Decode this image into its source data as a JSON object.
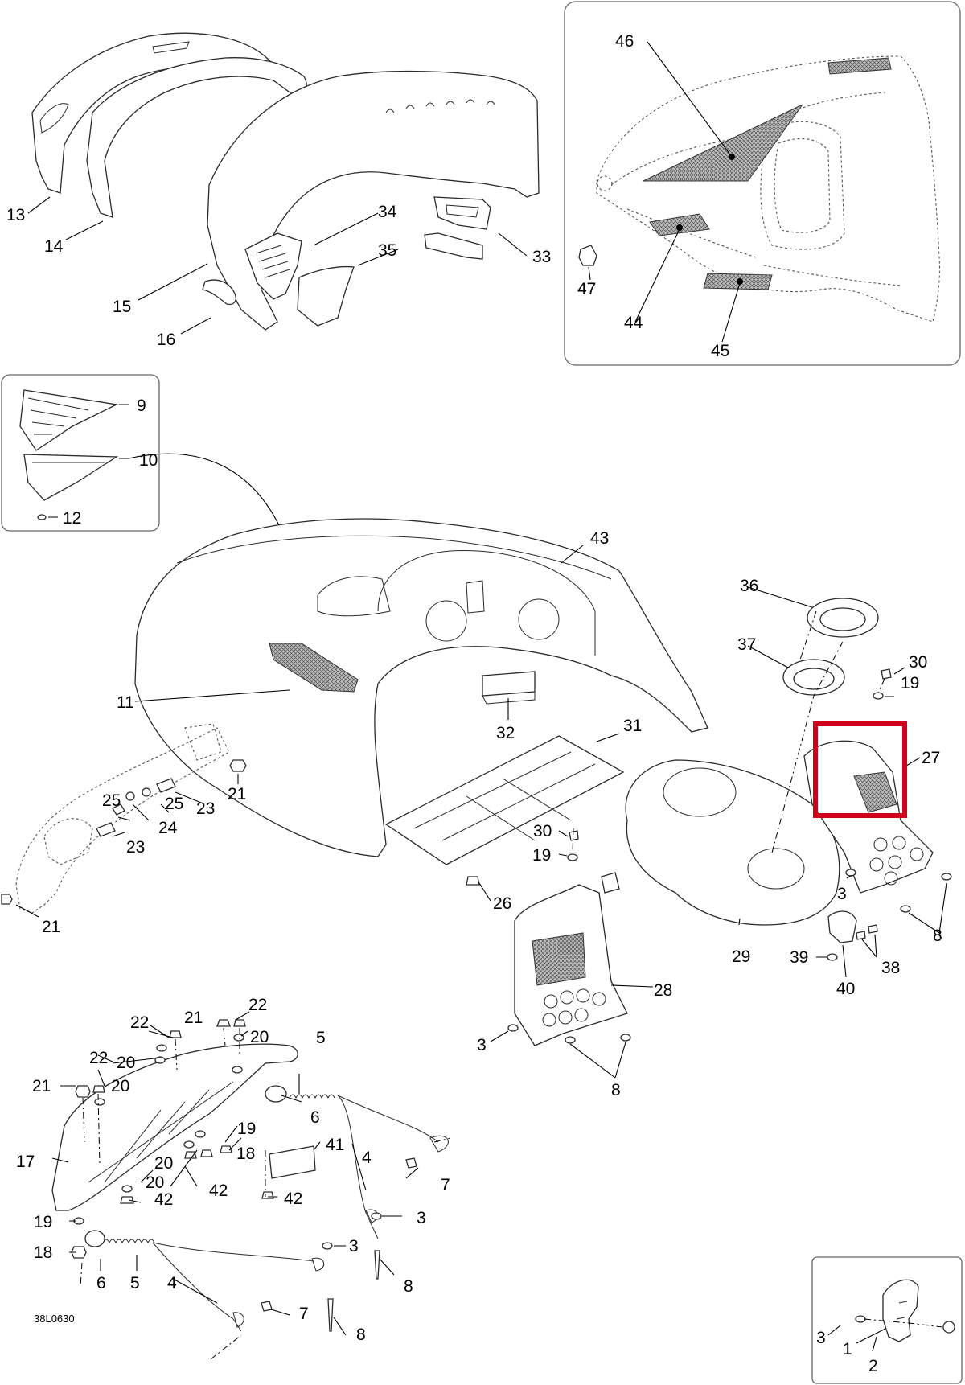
{
  "diagram_code": "38L0630",
  "highlight_color": "#d0021b",
  "labels": [
    {
      "id": "c13",
      "text": "13"
    },
    {
      "id": "c14",
      "text": "14"
    },
    {
      "id": "c15",
      "text": "15"
    },
    {
      "id": "c16",
      "text": "16"
    },
    {
      "id": "c34",
      "text": "34"
    },
    {
      "id": "c35",
      "text": "35"
    },
    {
      "id": "c33",
      "text": "33"
    },
    {
      "id": "c46",
      "text": "46"
    },
    {
      "id": "c47",
      "text": "47"
    },
    {
      "id": "c44",
      "text": "44"
    },
    {
      "id": "c45",
      "text": "45"
    },
    {
      "id": "c9",
      "text": "9"
    },
    {
      "id": "c10",
      "text": "10"
    },
    {
      "id": "c12",
      "text": "12"
    },
    {
      "id": "c43",
      "text": "43"
    },
    {
      "id": "c11",
      "text": "11"
    },
    {
      "id": "c36",
      "text": "36"
    },
    {
      "id": "c37",
      "text": "37"
    },
    {
      "id": "c30a",
      "text": "30"
    },
    {
      "id": "c19a",
      "text": "19"
    },
    {
      "id": "c27",
      "text": "27"
    },
    {
      "id": "c32",
      "text": "32"
    },
    {
      "id": "c31",
      "text": "31"
    },
    {
      "id": "c21a",
      "text": "21"
    },
    {
      "id": "c25a",
      "text": "25"
    },
    {
      "id": "c25b",
      "text": "25"
    },
    {
      "id": "c23a",
      "text": "23"
    },
    {
      "id": "c24",
      "text": "24"
    },
    {
      "id": "c23b",
      "text": "23"
    },
    {
      "id": "c21b",
      "text": "21"
    },
    {
      "id": "c30b",
      "text": "30"
    },
    {
      "id": "c19b",
      "text": "19"
    },
    {
      "id": "c26",
      "text": "26"
    },
    {
      "id": "c3a",
      "text": "3"
    },
    {
      "id": "c8a",
      "text": "8"
    },
    {
      "id": "c29",
      "text": "29"
    },
    {
      "id": "c39",
      "text": "39"
    },
    {
      "id": "c38",
      "text": "38"
    },
    {
      "id": "c40",
      "text": "40"
    },
    {
      "id": "c28",
      "text": "28"
    },
    {
      "id": "c3b",
      "text": "3"
    },
    {
      "id": "c8b",
      "text": "8"
    },
    {
      "id": "c21c",
      "text": "21"
    },
    {
      "id": "c22a",
      "text": "22"
    },
    {
      "id": "c20a",
      "text": "20"
    },
    {
      "id": "c22b",
      "text": "22"
    },
    {
      "id": "c5a",
      "text": "5"
    },
    {
      "id": "c22c",
      "text": "22"
    },
    {
      "id": "c20b",
      "text": "20"
    },
    {
      "id": "c21d",
      "text": "21"
    },
    {
      "id": "c20c",
      "text": "20"
    },
    {
      "id": "c6a",
      "text": "6"
    },
    {
      "id": "c19c",
      "text": "19"
    },
    {
      "id": "c18a",
      "text": "18"
    },
    {
      "id": "c41",
      "text": "41"
    },
    {
      "id": "c17",
      "text": "17"
    },
    {
      "id": "c20d",
      "text": "20"
    },
    {
      "id": "c4a",
      "text": "4"
    },
    {
      "id": "c20e",
      "text": "20"
    },
    {
      "id": "c42a",
      "text": "42"
    },
    {
      "id": "c7a",
      "text": "7"
    },
    {
      "id": "c42b",
      "text": "42"
    },
    {
      "id": "c42c",
      "text": "42"
    },
    {
      "id": "c3c",
      "text": "3"
    },
    {
      "id": "c19d",
      "text": "19"
    },
    {
      "id": "c3d",
      "text": "3"
    },
    {
      "id": "c18b",
      "text": "18"
    },
    {
      "id": "c6b",
      "text": "6"
    },
    {
      "id": "c5b",
      "text": "5"
    },
    {
      "id": "c4b",
      "text": "4"
    },
    {
      "id": "c8c",
      "text": "8"
    },
    {
      "id": "c7b",
      "text": "7"
    },
    {
      "id": "c8d",
      "text": "8"
    },
    {
      "id": "c3e",
      "text": "3"
    },
    {
      "id": "c1",
      "text": "1"
    },
    {
      "id": "c2",
      "text": "2"
    }
  ]
}
